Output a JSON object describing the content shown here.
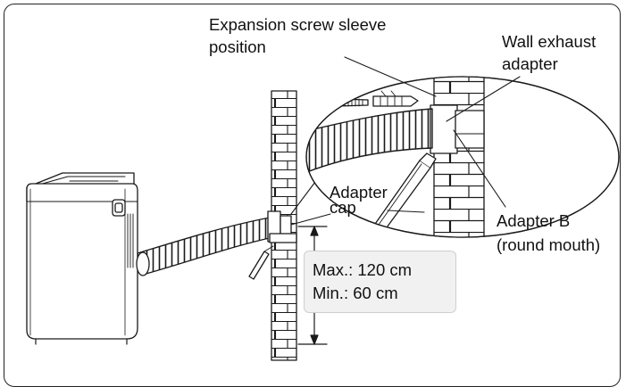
{
  "labels": {
    "expansion_screw_line1": "Expansion screw sleeve",
    "expansion_screw_line2": "position",
    "wall_exhaust_line1": "Wall exhaust",
    "wall_exhaust_line2": "adapter",
    "adapter_cap_line1": "Adapter",
    "adapter_cap_line2": "cap",
    "adapter_b_line1": "Adapter B",
    "adapter_b_line2": "(round mouth)"
  },
  "measurement": {
    "max_text": "Max.: 120 cm",
    "min_text": "Min.: 60 cm"
  },
  "colors": {
    "line": "#1a1a1a",
    "box_fill": "#f1f1f1",
    "box_border": "#cfcfcf"
  }
}
